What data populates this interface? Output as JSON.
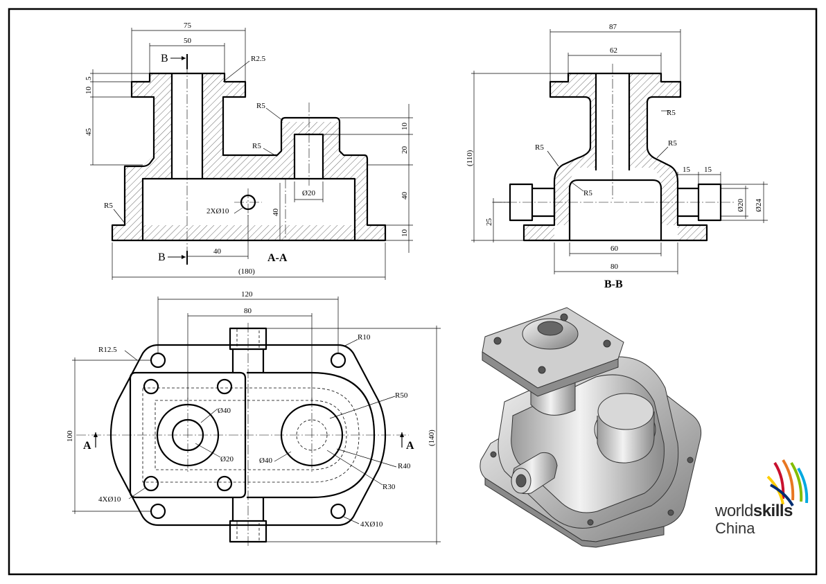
{
  "sheet": {
    "section_aa_label": "A-A",
    "section_bb_label": "B-B",
    "cut_label_a": "A",
    "cut_label_b": "B"
  },
  "view_aa": {
    "dims": {
      "d75": "75",
      "d50": "50",
      "d10": "10",
      "d5": "5",
      "r2_5": "R2.5",
      "d45": "45",
      "r5_top": "R5",
      "r5_mid": "R5",
      "r5_left": "R5",
      "d10_right_top": "10",
      "d20_right": "20",
      "d40_right": "40",
      "d10_right_bot": "10",
      "dia20": "Ø20",
      "hole2x": "2XØ10",
      "d40_vert": "40",
      "d40_horiz": "40",
      "d180": "(180)"
    }
  },
  "view_bb": {
    "dims": {
      "d87": "87",
      "d62": "62",
      "d110": "(110)",
      "r5_a": "R5",
      "r5_b": "R5",
      "r5_c": "R5",
      "r5_d": "R5",
      "d15_a": "15",
      "d15_b": "15",
      "dia20": "Ø20",
      "dia24": "Ø24",
      "d25": "25",
      "d60": "60",
      "d80": "80"
    }
  },
  "view_top": {
    "dims": {
      "d120": "120",
      "d80": "80",
      "r10": "R10",
      "r12_5": "R12.5",
      "d100": "100",
      "dia40_a": "Ø40",
      "dia20": "Ø20",
      "r50": "R50",
      "dia40_b": "Ø40",
      "r40": "R40",
      "r30": "R30",
      "holes_left": "4XØ10",
      "holes_right": "4XØ10",
      "d140": "(140)"
    }
  },
  "logo": {
    "world": "world",
    "skills": "skills",
    "country": "China"
  },
  "colors": {
    "line": "#000000",
    "background": "#ffffff",
    "shade": "#c8c8c8"
  }
}
